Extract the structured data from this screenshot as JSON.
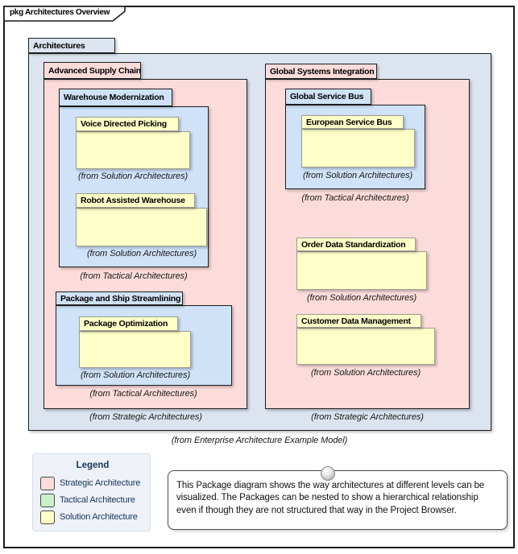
{
  "frame": {
    "label": "pkg Architectures Overview"
  },
  "colors": {
    "architectures_fill": "#dce4f0",
    "strategic_fill": "#fbdcda",
    "tactical_fill": "#cfe2f8",
    "solution_fill": "#feffc8",
    "note_fill": "#fdfcd9",
    "legend_fill": "#eef1f7",
    "legend_text": "#17365d"
  },
  "root_package": {
    "name": "Architectures",
    "caption": "(from Enterprise Architecture Example Model)"
  },
  "packages": {
    "advanced_supply_chain": {
      "name": "Advanced Supply Chain",
      "caption": "(from Strategic Architectures)"
    },
    "warehouse_modernization": {
      "name": "Warehouse Modernization",
      "caption": "(from Tactical Architectures)"
    },
    "voice_directed_picking": {
      "name": "Voice Directed Picking",
      "caption": "(from Solution Architectures)"
    },
    "robot_assisted_warehouse": {
      "name": "Robot Assisted Warehouse",
      "caption": "(from Solution Architectures)"
    },
    "package_and_ship_streamlining": {
      "name": "Package and Ship Streamlining",
      "caption": "(from Tactical Architectures)"
    },
    "package_optimization": {
      "name": "Package Optimization",
      "caption": "(from Solution Architectures)"
    },
    "global_systems_integration": {
      "name": "Global Systems Integration",
      "caption": "(from Strategic Architectures)"
    },
    "global_service_bus": {
      "name": "Global Service Bus",
      "caption": "(from Tactical Architectures)"
    },
    "european_service_bus": {
      "name": "European Service Bus",
      "caption": "(from Solution Architectures)"
    },
    "order_data_standardization": {
      "name": "Order Data Standardization",
      "caption": "(from Solution Architectures)"
    },
    "customer_data_management": {
      "name": "Customer Data Management",
      "caption": "(from Solution Architectures)"
    }
  },
  "legend": {
    "title": "Legend",
    "items": [
      {
        "label": "Strategic Architecture",
        "color": "#fbdcda"
      },
      {
        "label": "Tactical Architecture",
        "color": "#c9f0c9"
      },
      {
        "label": "Solution Architecture",
        "color": "#feffc8"
      }
    ]
  },
  "note": {
    "text": "This Package diagram shows the way architectures at different levels can be visualized. The Packages can be nested to show a hierarchical relationship even if though they are not structured that way in the Project Browser."
  }
}
